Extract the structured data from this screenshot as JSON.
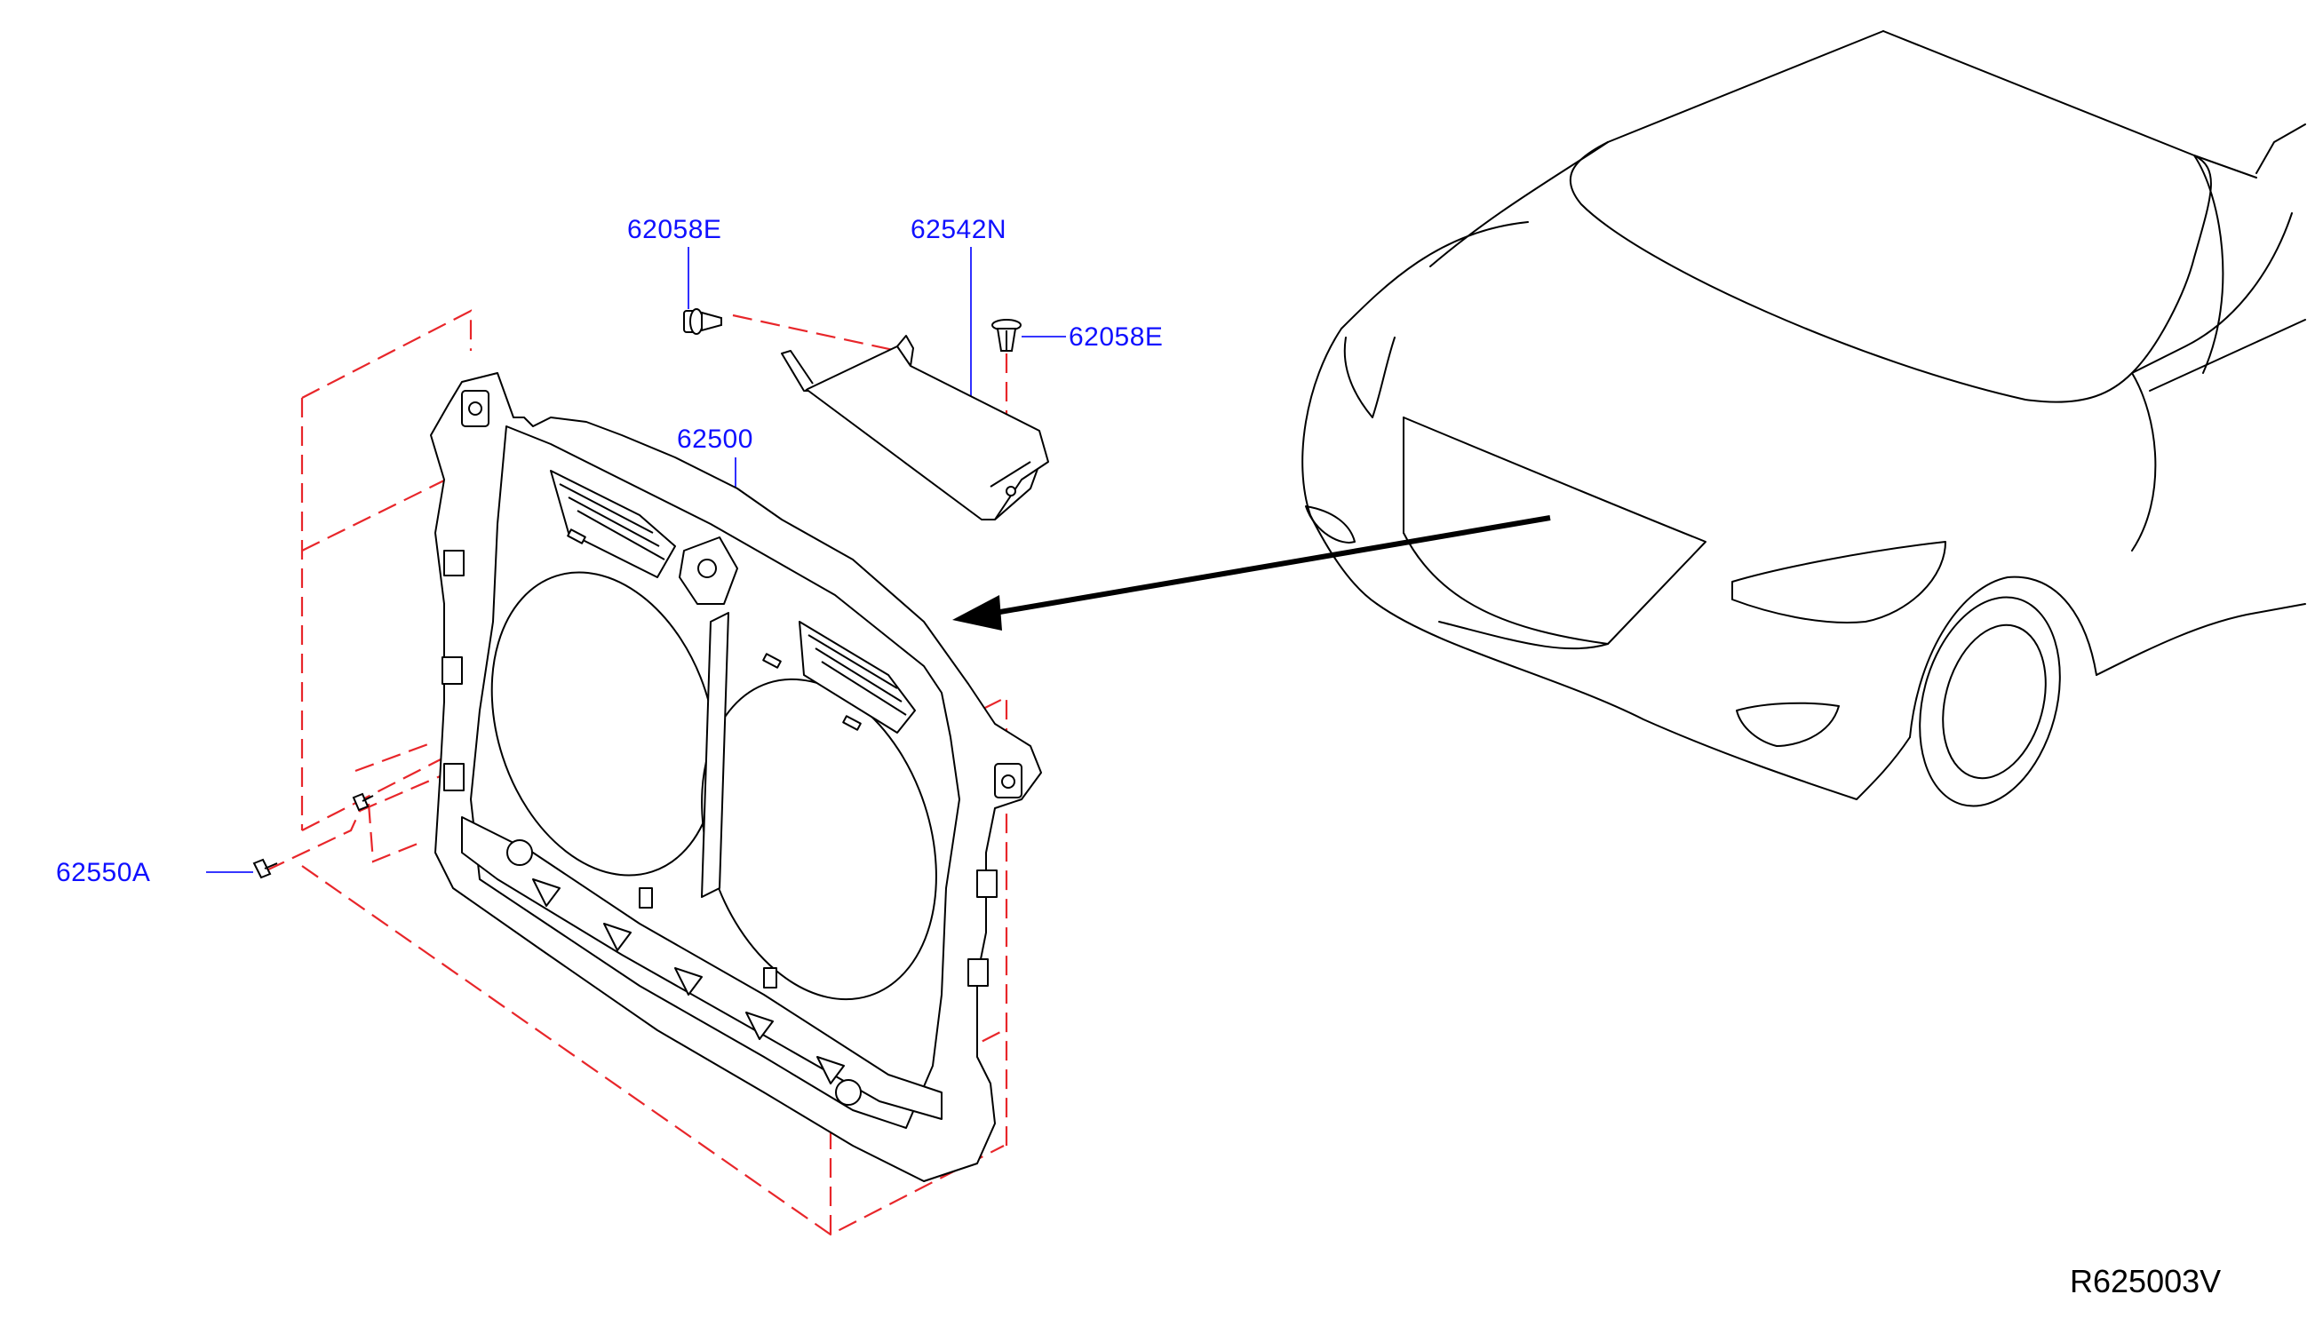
{
  "diagram": {
    "parts": [
      {
        "number": "62058E",
        "name": "clip"
      },
      {
        "number": "62542N",
        "name": "cover"
      },
      {
        "number": "62058E",
        "name": "clip"
      },
      {
        "number": "62500",
        "name": "radiator core support"
      },
      {
        "number": "62550A",
        "name": "bolt"
      }
    ],
    "diagram_code": "R625003V"
  },
  "colors": {
    "callout_text": "#1010ff",
    "leader_line": "#1a1aff",
    "phantom_line": "#e8262a",
    "line_art": "#000000"
  }
}
